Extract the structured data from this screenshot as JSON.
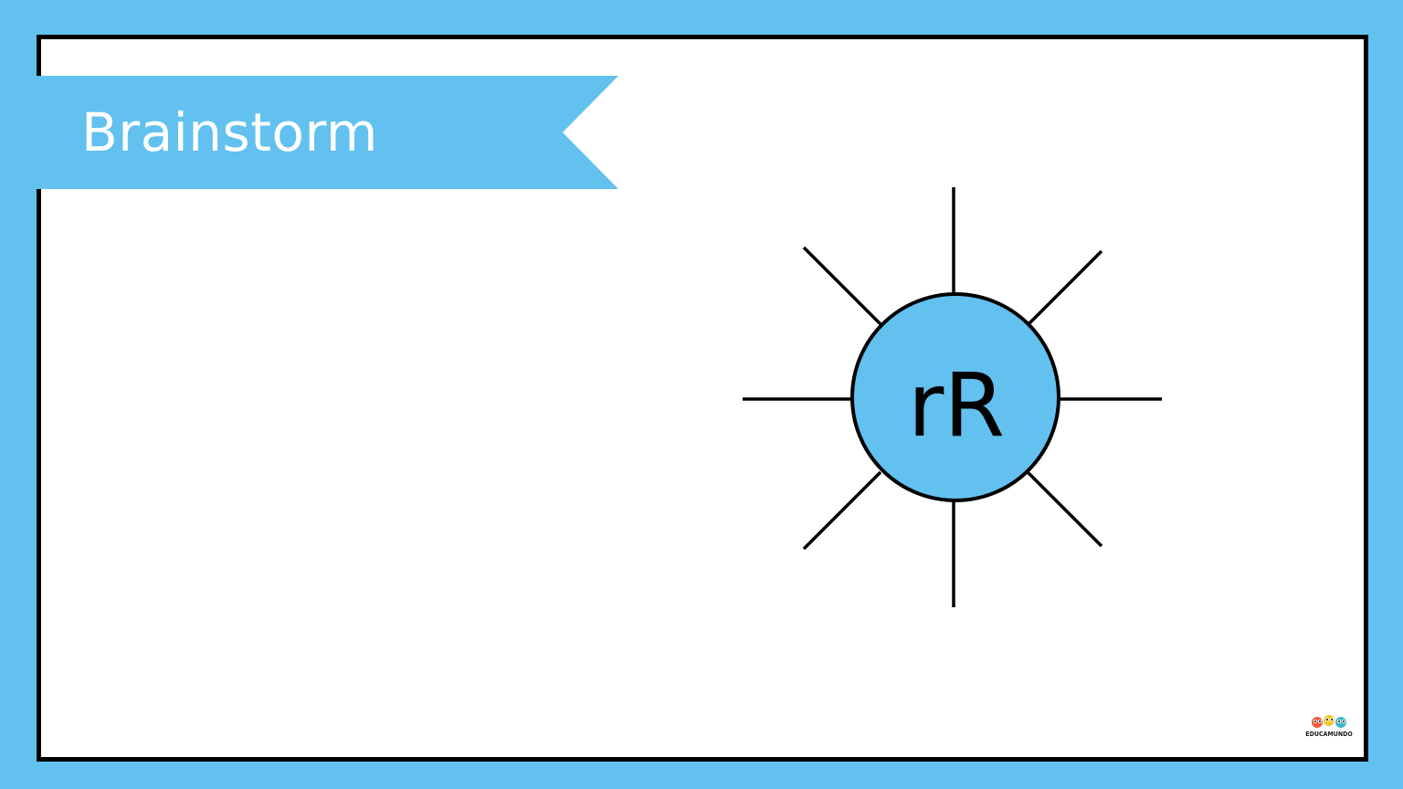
{
  "banner": {
    "title": "Brainstorm"
  },
  "diagram": {
    "center_label": "rR",
    "spoke_count": 8
  },
  "logo": {
    "text": "EDUCAMUNDO"
  },
  "colors": {
    "background": "#62c1ef",
    "banner": "#62c1ef",
    "circle_fill": "#62c1ef",
    "card": "#ffffff",
    "outline": "#000000"
  }
}
